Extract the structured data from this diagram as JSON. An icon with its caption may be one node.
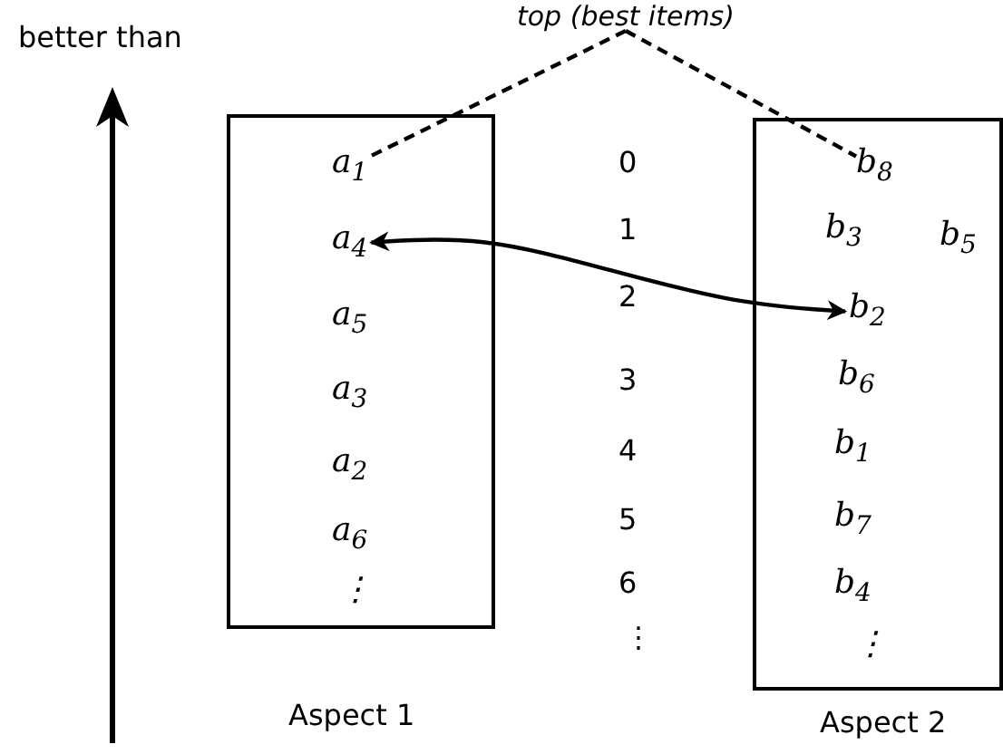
{
  "diagram": {
    "nodes": [
      {
        "text": [
          "top (best items)"
        ]
      },
      {
        "text": [
          "Aspect 1"
        ]
      },
      {
        "text": [
          "a$_{1}$"
        ],
        "in": 1
      },
      {
        "text": [
          "a$_{4}$"
        ],
        "in": 1
      },
      {
        "text": [
          "a$_{5}$"
        ],
        "in": 1
      },
      {
        "text": [
          "a$_{3}$"
        ],
        "in": 1
      },
      {
        "text": [
          "a$_{2}$"
        ],
        "in": 1
      },
      {
        "text": [
          "a$_{6}$"
        ],
        "in": 1
      },
      {
        "text": [
          "⋮"
        ],
        "in": 1
      },
      {
        "text": [
          "Aspect 2"
        ]
      },
      {
        "text": [
          "b$_{8}$"
        ],
        "in": 9
      },
      {
        "text": [
          "b$_{3}$"
        ],
        "in": 9
      },
      {
        "text": [
          "b$_{5}$"
        ],
        "in": 9
      },
      {
        "text": [
          "b$_{2}$"
        ],
        "in": 9
      },
      {
        "text": [
          "b$_{6}$"
        ],
        "in": 9
      },
      {
        "text": [
          "b$_{1}$"
        ],
        "in": 9
      },
      {
        "text": [
          "b$_{7}$"
        ],
        "in": 9
      },
      {
        "text": [
          "b$_{4}$"
        ],
        "in": 9
      },
      {
        "text": [
          "⋮"
        ],
        "in": 9
      }
    ],
    "edges": [
      {
        "from": 0,
        "to": 2,
        "arrow": "none",
        "style": "dashed"
      },
      {
        "from": 0,
        "to": 10,
        "arrow": "none",
        "style": "dashed"
      },
      {
        "from": 3,
        "to": 13,
        "arrow": "both"
      }
    ],
    "labels": [
      "better than",
      "0",
      "1",
      "2",
      "3",
      "4",
      "5",
      "6",
      "⋮"
    ]
  }
}
